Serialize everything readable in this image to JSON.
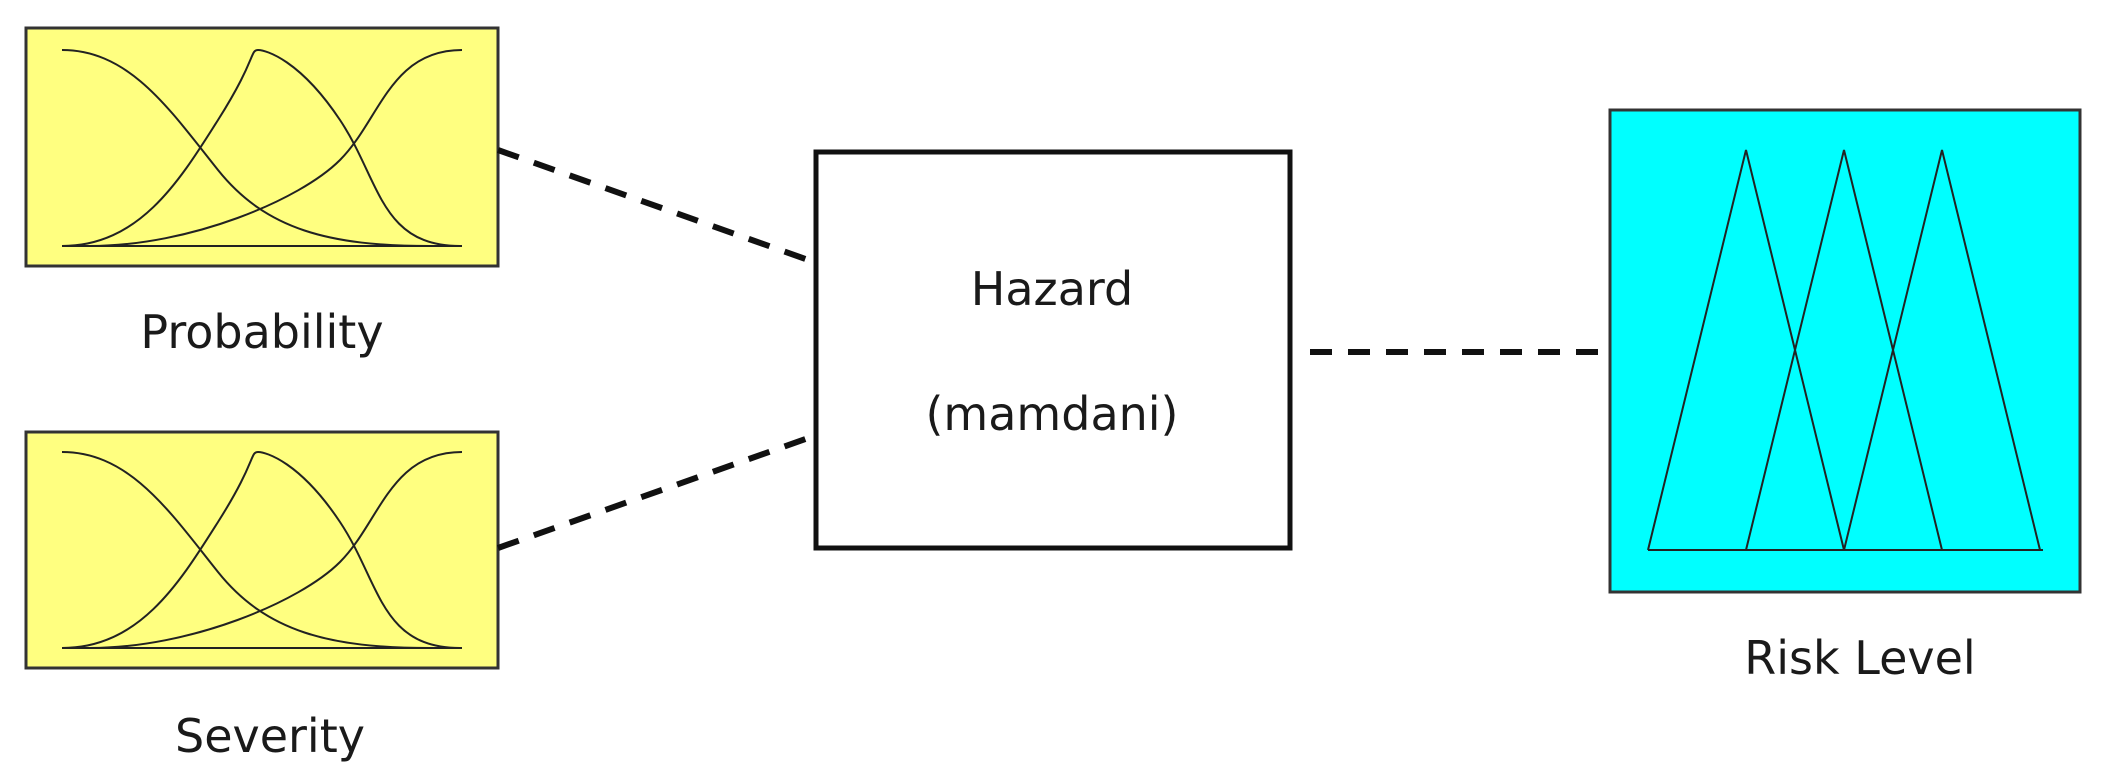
{
  "inputs": [
    {
      "label": "Probability",
      "fill_color": "#ffff80"
    },
    {
      "label": "Severity",
      "fill_color": "#ffff80"
    }
  ],
  "system": {
    "name": "Hazard",
    "type": "(mamdani)"
  },
  "output": {
    "label": "Risk Level",
    "fill_color": "#00ffff"
  },
  "colors": {
    "stroke": "#111111",
    "text": "#1a1a1a"
  }
}
